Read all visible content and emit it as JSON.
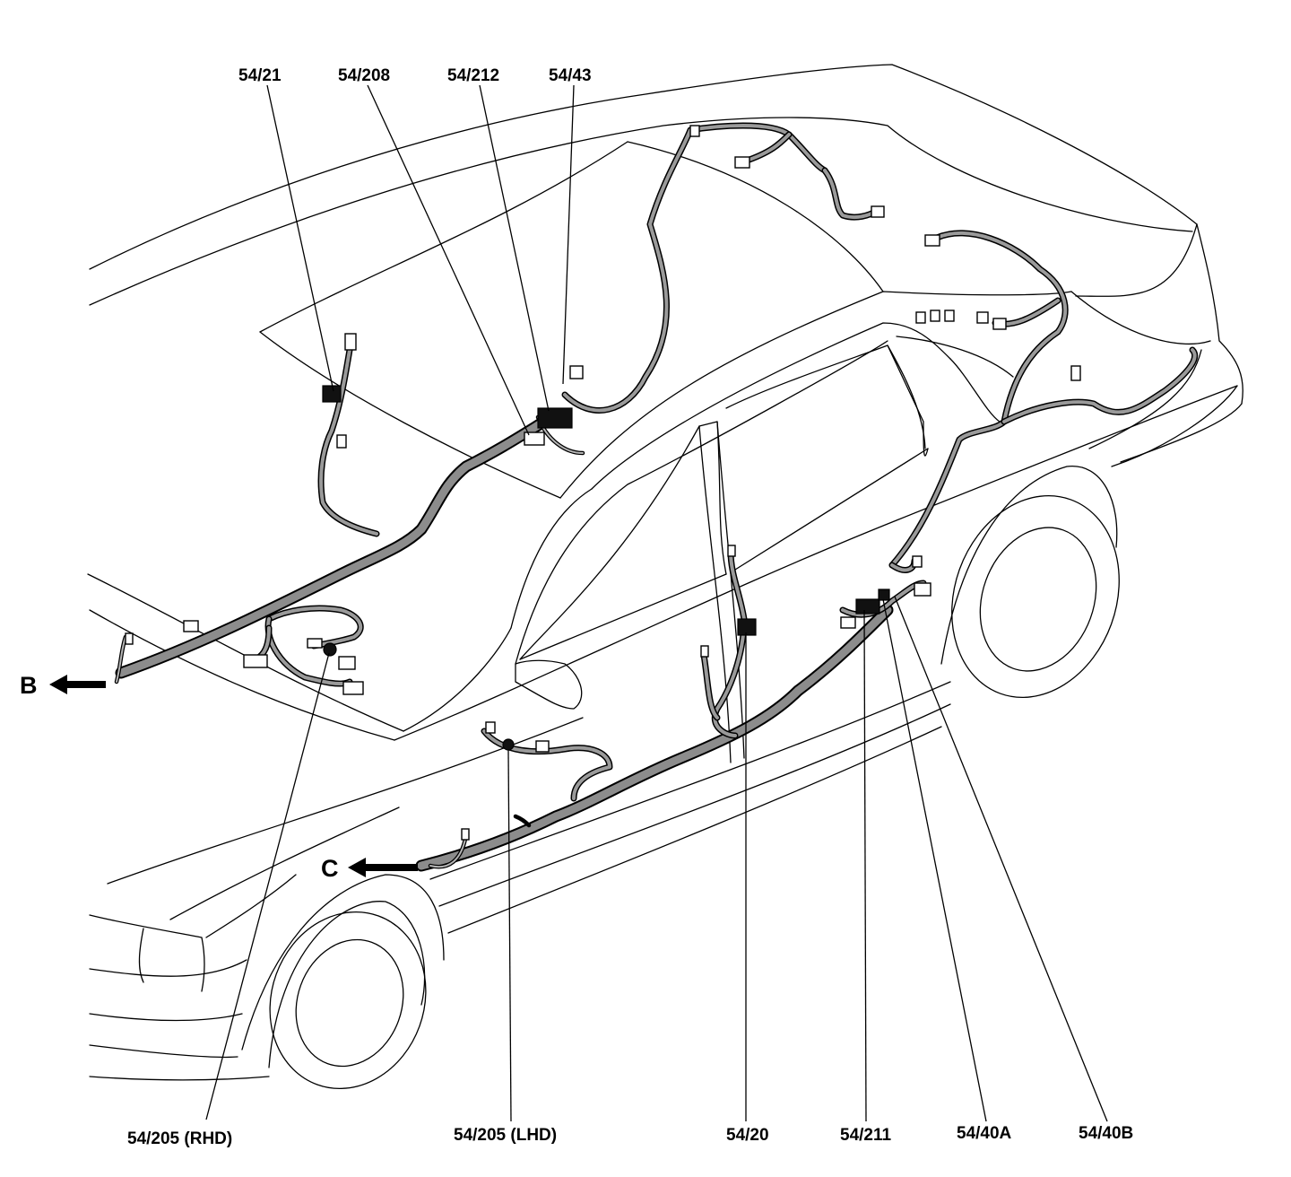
{
  "labels_top": [
    "54/21",
    "54/208",
    "54/212",
    "54/43"
  ],
  "labels_bottom": [
    "54/205 (RHD)",
    "54/205 (LHD)",
    "54/20",
    "54/211",
    "54/40A",
    "54/40B"
  ],
  "arrows": {
    "b": "B",
    "c": "C"
  }
}
